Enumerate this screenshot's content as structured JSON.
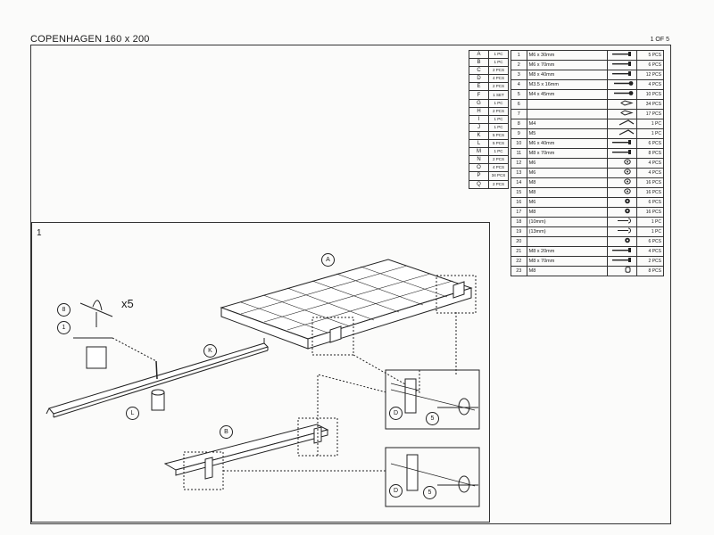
{
  "title": "COPENHAGEN 160 x 200",
  "page": "1 OF 5",
  "parts": [
    {
      "l": "A",
      "q": "1 PC"
    },
    {
      "l": "B",
      "q": "1 PC"
    },
    {
      "l": "C",
      "q": "2 PCS"
    },
    {
      "l": "D",
      "q": "4 PCS"
    },
    {
      "l": "E",
      "q": "2 PCS"
    },
    {
      "l": "F",
      "q": "1 SET"
    },
    {
      "l": "G",
      "q": "1 PC"
    },
    {
      "l": "H",
      "q": "2 PCS"
    },
    {
      "l": "I",
      "q": "1 PC"
    },
    {
      "l": "J",
      "q": "1 PC"
    },
    {
      "l": "K",
      "q": "5 PCS"
    },
    {
      "l": "L",
      "q": "5 PCS"
    },
    {
      "l": "M",
      "q": "1 PC"
    },
    {
      "l": "N",
      "q": "2 PCS"
    },
    {
      "l": "O",
      "q": "4 PCS"
    },
    {
      "l": "P",
      "q": "34 PCS"
    },
    {
      "l": "Q",
      "q": "2 PCS"
    }
  ],
  "hardware": [
    {
      "n": "1",
      "d": "M6 x 30mm",
      "icon": "bolt-icon",
      "q": "5 PCS"
    },
    {
      "n": "2",
      "d": "M6 x 70mm",
      "icon": "bolt-icon",
      "q": "6 PCS"
    },
    {
      "n": "3",
      "d": "M8 x 40mm",
      "icon": "bolt-icon",
      "q": "12 PCS"
    },
    {
      "n": "4",
      "d": "M3.5 x 16mm",
      "icon": "screw-icon",
      "q": "4 PCS"
    },
    {
      "n": "5",
      "d": "M4 x 45mm",
      "icon": "screw-icon",
      "q": "10 PCS"
    },
    {
      "n": "6",
      "d": "",
      "icon": "clip-icon",
      "q": "34 PCS"
    },
    {
      "n": "7",
      "d": "",
      "icon": "clip-icon",
      "q": "17 PCS"
    },
    {
      "n": "8",
      "d": "M4",
      "icon": "hex-key-icon",
      "q": "1 PC"
    },
    {
      "n": "9",
      "d": "M5",
      "icon": "hex-key-icon",
      "q": "1 PC"
    },
    {
      "n": "10",
      "d": "M6 x 40mm",
      "icon": "bolt-icon",
      "q": "6 PCS"
    },
    {
      "n": "11",
      "d": "M8 x 70mm",
      "icon": "bolt-icon",
      "q": "8 PCS"
    },
    {
      "n": "12",
      "d": "M6",
      "icon": "washer-icon",
      "q": "4 PCS"
    },
    {
      "n": "13",
      "d": "M6",
      "icon": "washer-icon",
      "q": "4 PCS"
    },
    {
      "n": "14",
      "d": "M8",
      "icon": "washer-icon",
      "q": "16 PCS"
    },
    {
      "n": "15",
      "d": "M8",
      "icon": "washer-icon",
      "q": "16 PCS"
    },
    {
      "n": "16",
      "d": "M6",
      "icon": "nut-icon",
      "q": "6 PCS"
    },
    {
      "n": "17",
      "d": "M8",
      "icon": "nut-icon",
      "q": "16 PCS"
    },
    {
      "n": "18",
      "d": "(10mm)",
      "icon": "wrench-icon",
      "q": "1 PC"
    },
    {
      "n": "19",
      "d": "(13mm)",
      "icon": "wrench-icon",
      "q": "1 PC"
    },
    {
      "n": "20",
      "d": "",
      "icon": "nut-icon",
      "q": "6 PCS"
    },
    {
      "n": "21",
      "d": "M8 x 20mm",
      "icon": "bolt-icon",
      "q": "4 PCS"
    },
    {
      "n": "22",
      "d": "M8 x 70mm",
      "icon": "bolt-icon",
      "q": "2 PCS"
    },
    {
      "n": "23",
      "d": "M8",
      "icon": "cap-icon",
      "q": "8 PCS"
    }
  ],
  "step": {
    "number": "1",
    "multiplier": "x5",
    "callouts": {
      "A": "A",
      "B": "B",
      "K": "K",
      "L": "L",
      "D1": "D",
      "D2": "D",
      "s5a": "5",
      "s5b": "5",
      "s8": "8",
      "s1": "1"
    }
  }
}
